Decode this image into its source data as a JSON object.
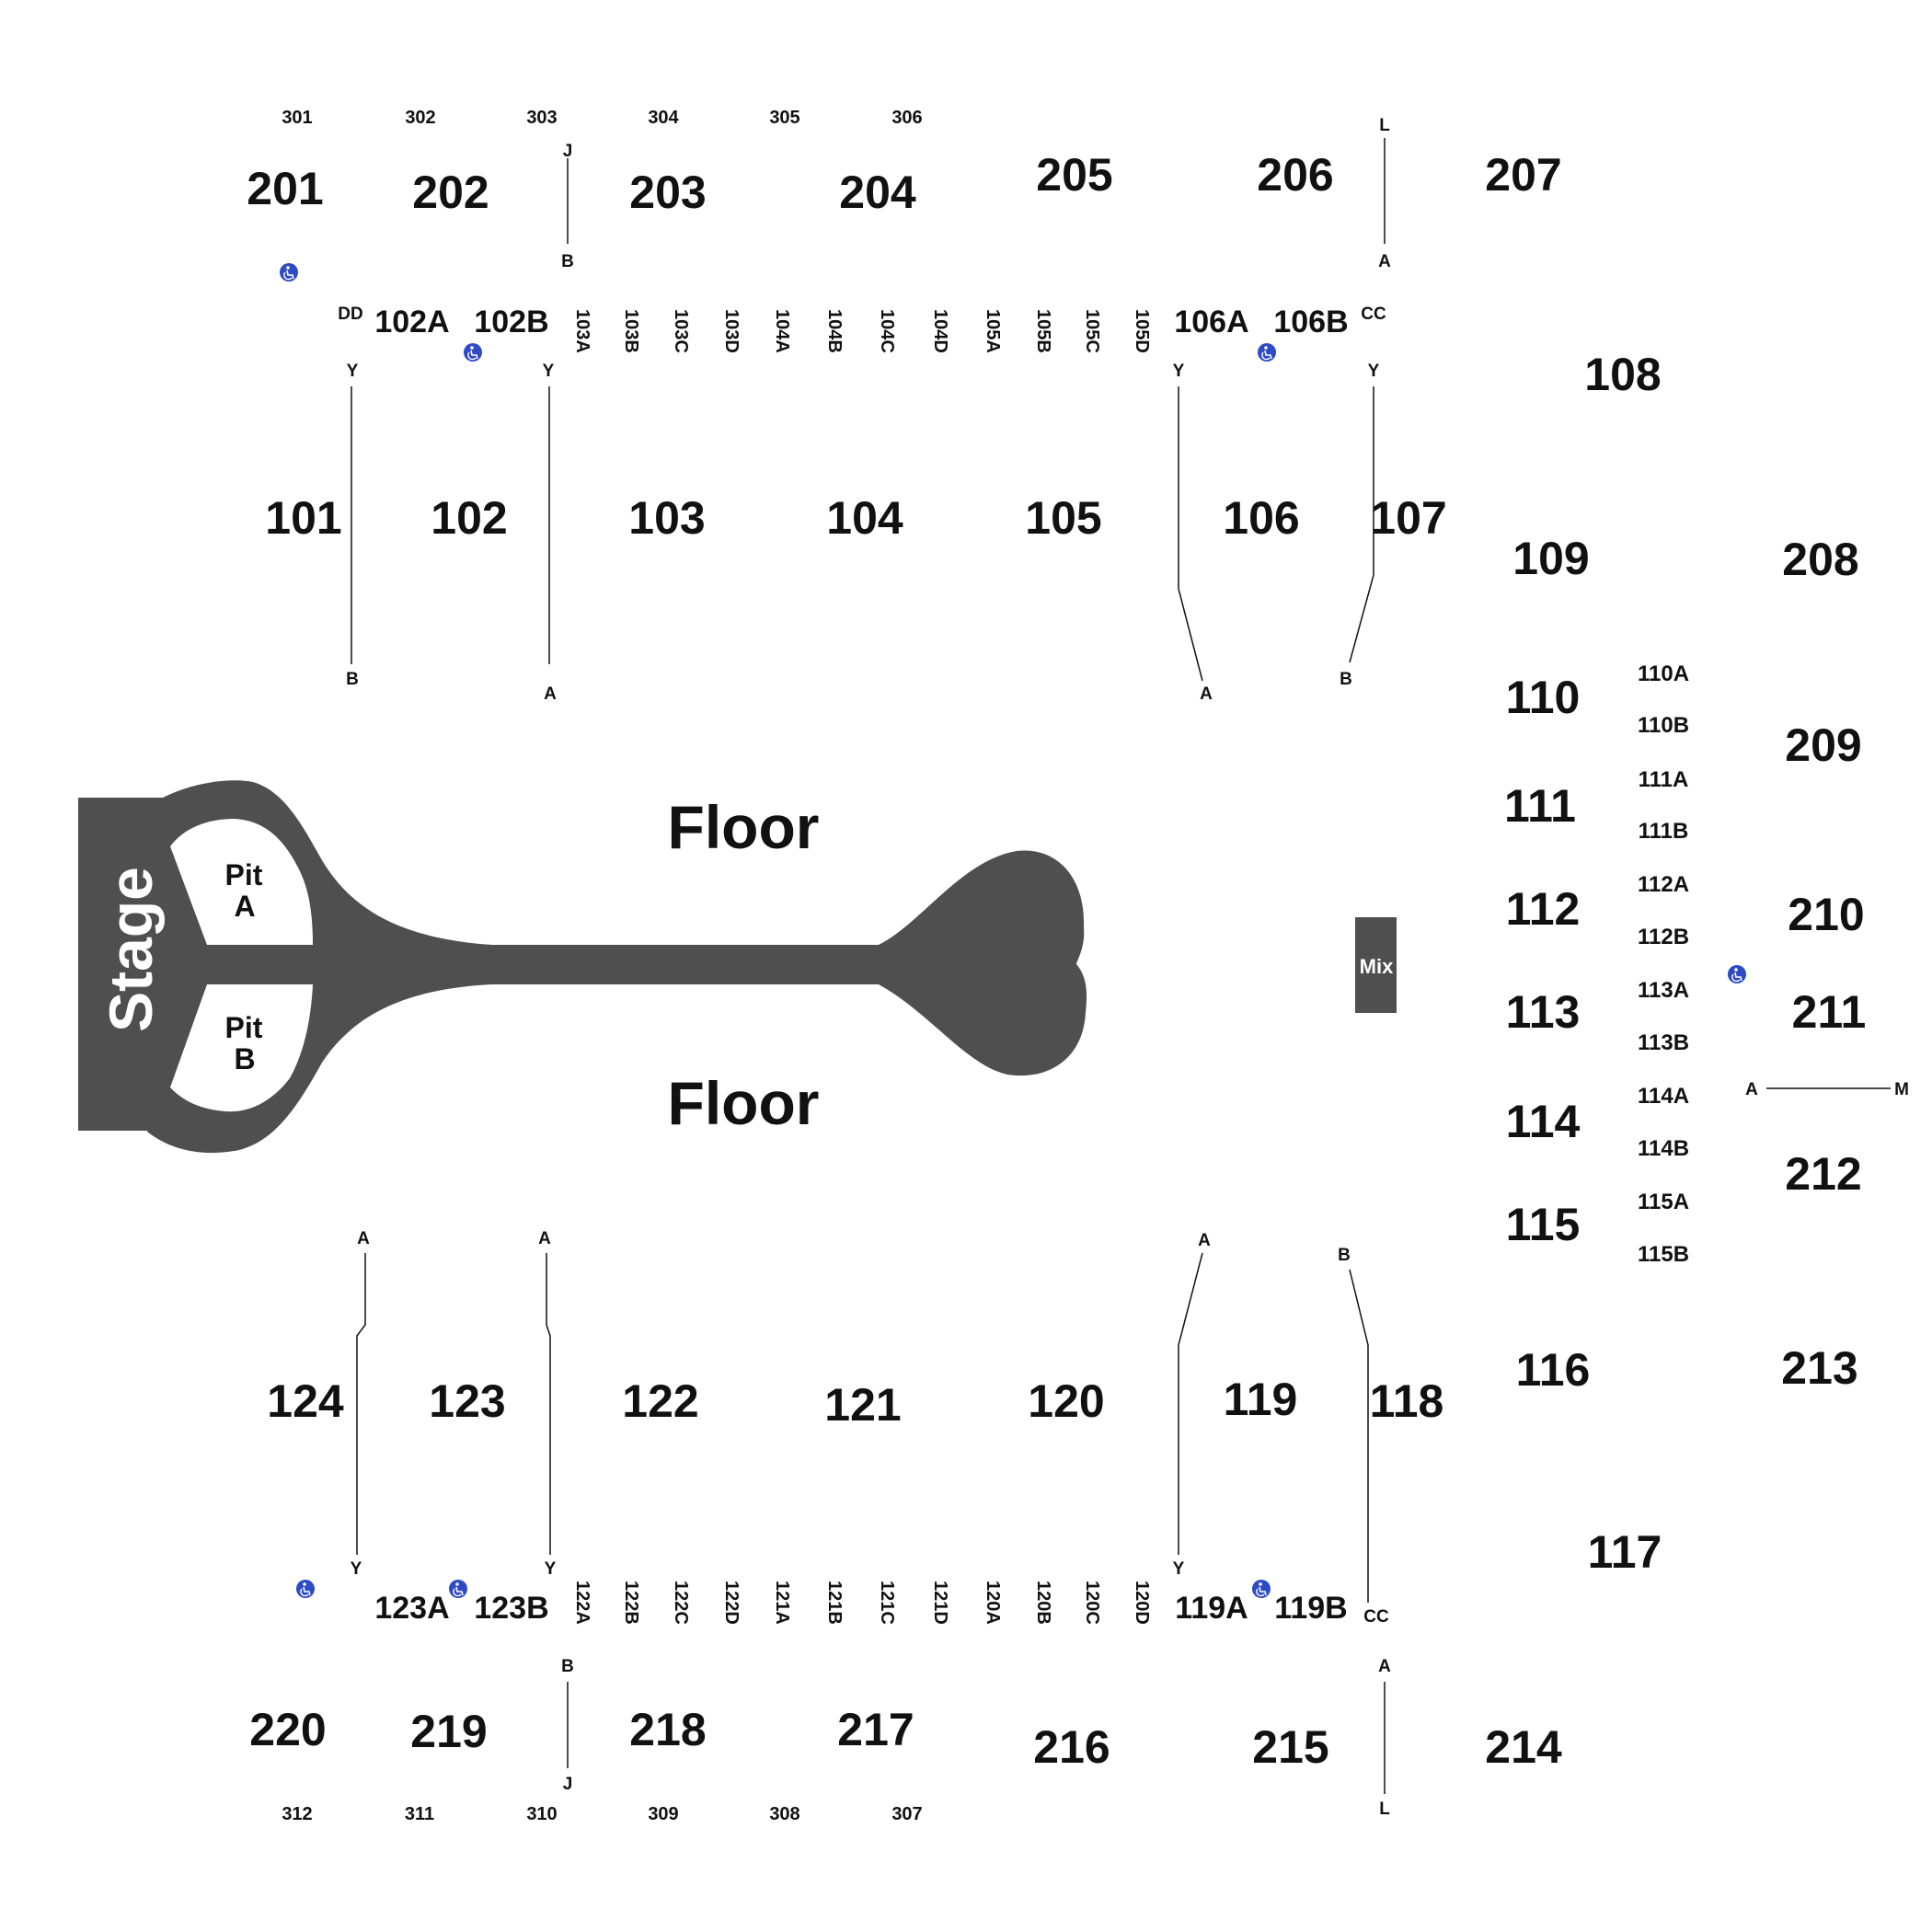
{
  "colors": {
    "shape": "#4f4f4f",
    "text": "#111111",
    "white": "#ffffff",
    "accessible": "#2e4bc6"
  },
  "stage": {
    "label": "Stage"
  },
  "pits": [
    {
      "label_line1": "Pit",
      "label_line2": "A"
    },
    {
      "label_line1": "Pit",
      "label_line2": "B"
    }
  ],
  "floor": {
    "top_label": "Floor",
    "bottom_label": "Floor"
  },
  "mix": {
    "label": "Mix"
  },
  "section_300_top": [
    "301",
    "302",
    "303",
    "304",
    "305",
    "306"
  ],
  "section_300_bottom": [
    "312",
    "311",
    "310",
    "309",
    "308",
    "307"
  ],
  "sections_200": [
    "201",
    "202",
    "203",
    "204",
    "205",
    "206",
    "207",
    "208",
    "209",
    "210",
    "211",
    "212",
    "213",
    "214",
    "215",
    "216",
    "217",
    "218",
    "219",
    "220"
  ],
  "sections_100": [
    "101",
    "102",
    "103",
    "104",
    "105",
    "106",
    "107",
    "108",
    "109",
    "110",
    "111",
    "112",
    "113",
    "114",
    "115",
    "116",
    "117",
    "118",
    "119",
    "120",
    "121",
    "122",
    "123",
    "124"
  ],
  "sub_top_horizontal": [
    "102A",
    "102B",
    "106A",
    "106B"
  ],
  "sub_top_vertical": [
    "103A",
    "103B",
    "103C",
    "103D",
    "104A",
    "104B",
    "104C",
    "104D",
    "105A",
    "105B",
    "105C",
    "105D"
  ],
  "sub_bottom_horizontal": [
    "123A",
    "123B",
    "119A",
    "119B"
  ],
  "sub_bottom_vertical": [
    "122A",
    "122B",
    "122C",
    "122D",
    "121A",
    "121B",
    "121C",
    "121D",
    "120A",
    "120B",
    "120C",
    "120D"
  ],
  "sub_right": [
    "110A",
    "110B",
    "111A",
    "111B",
    "112A",
    "112B",
    "113A",
    "113B",
    "114A",
    "114B",
    "115A",
    "115B"
  ],
  "row_labels": [
    "J",
    "B",
    "L",
    "A",
    "DD",
    "Y",
    "CC",
    "Y",
    "Y",
    "Y",
    "B",
    "A",
    "A",
    "B",
    "A",
    "M",
    "A",
    "A",
    "A",
    "B",
    "Y",
    "Y",
    "Y",
    "CC",
    "B",
    "J",
    "A",
    "L"
  ],
  "accessible_icon": "wheelchair-icon"
}
